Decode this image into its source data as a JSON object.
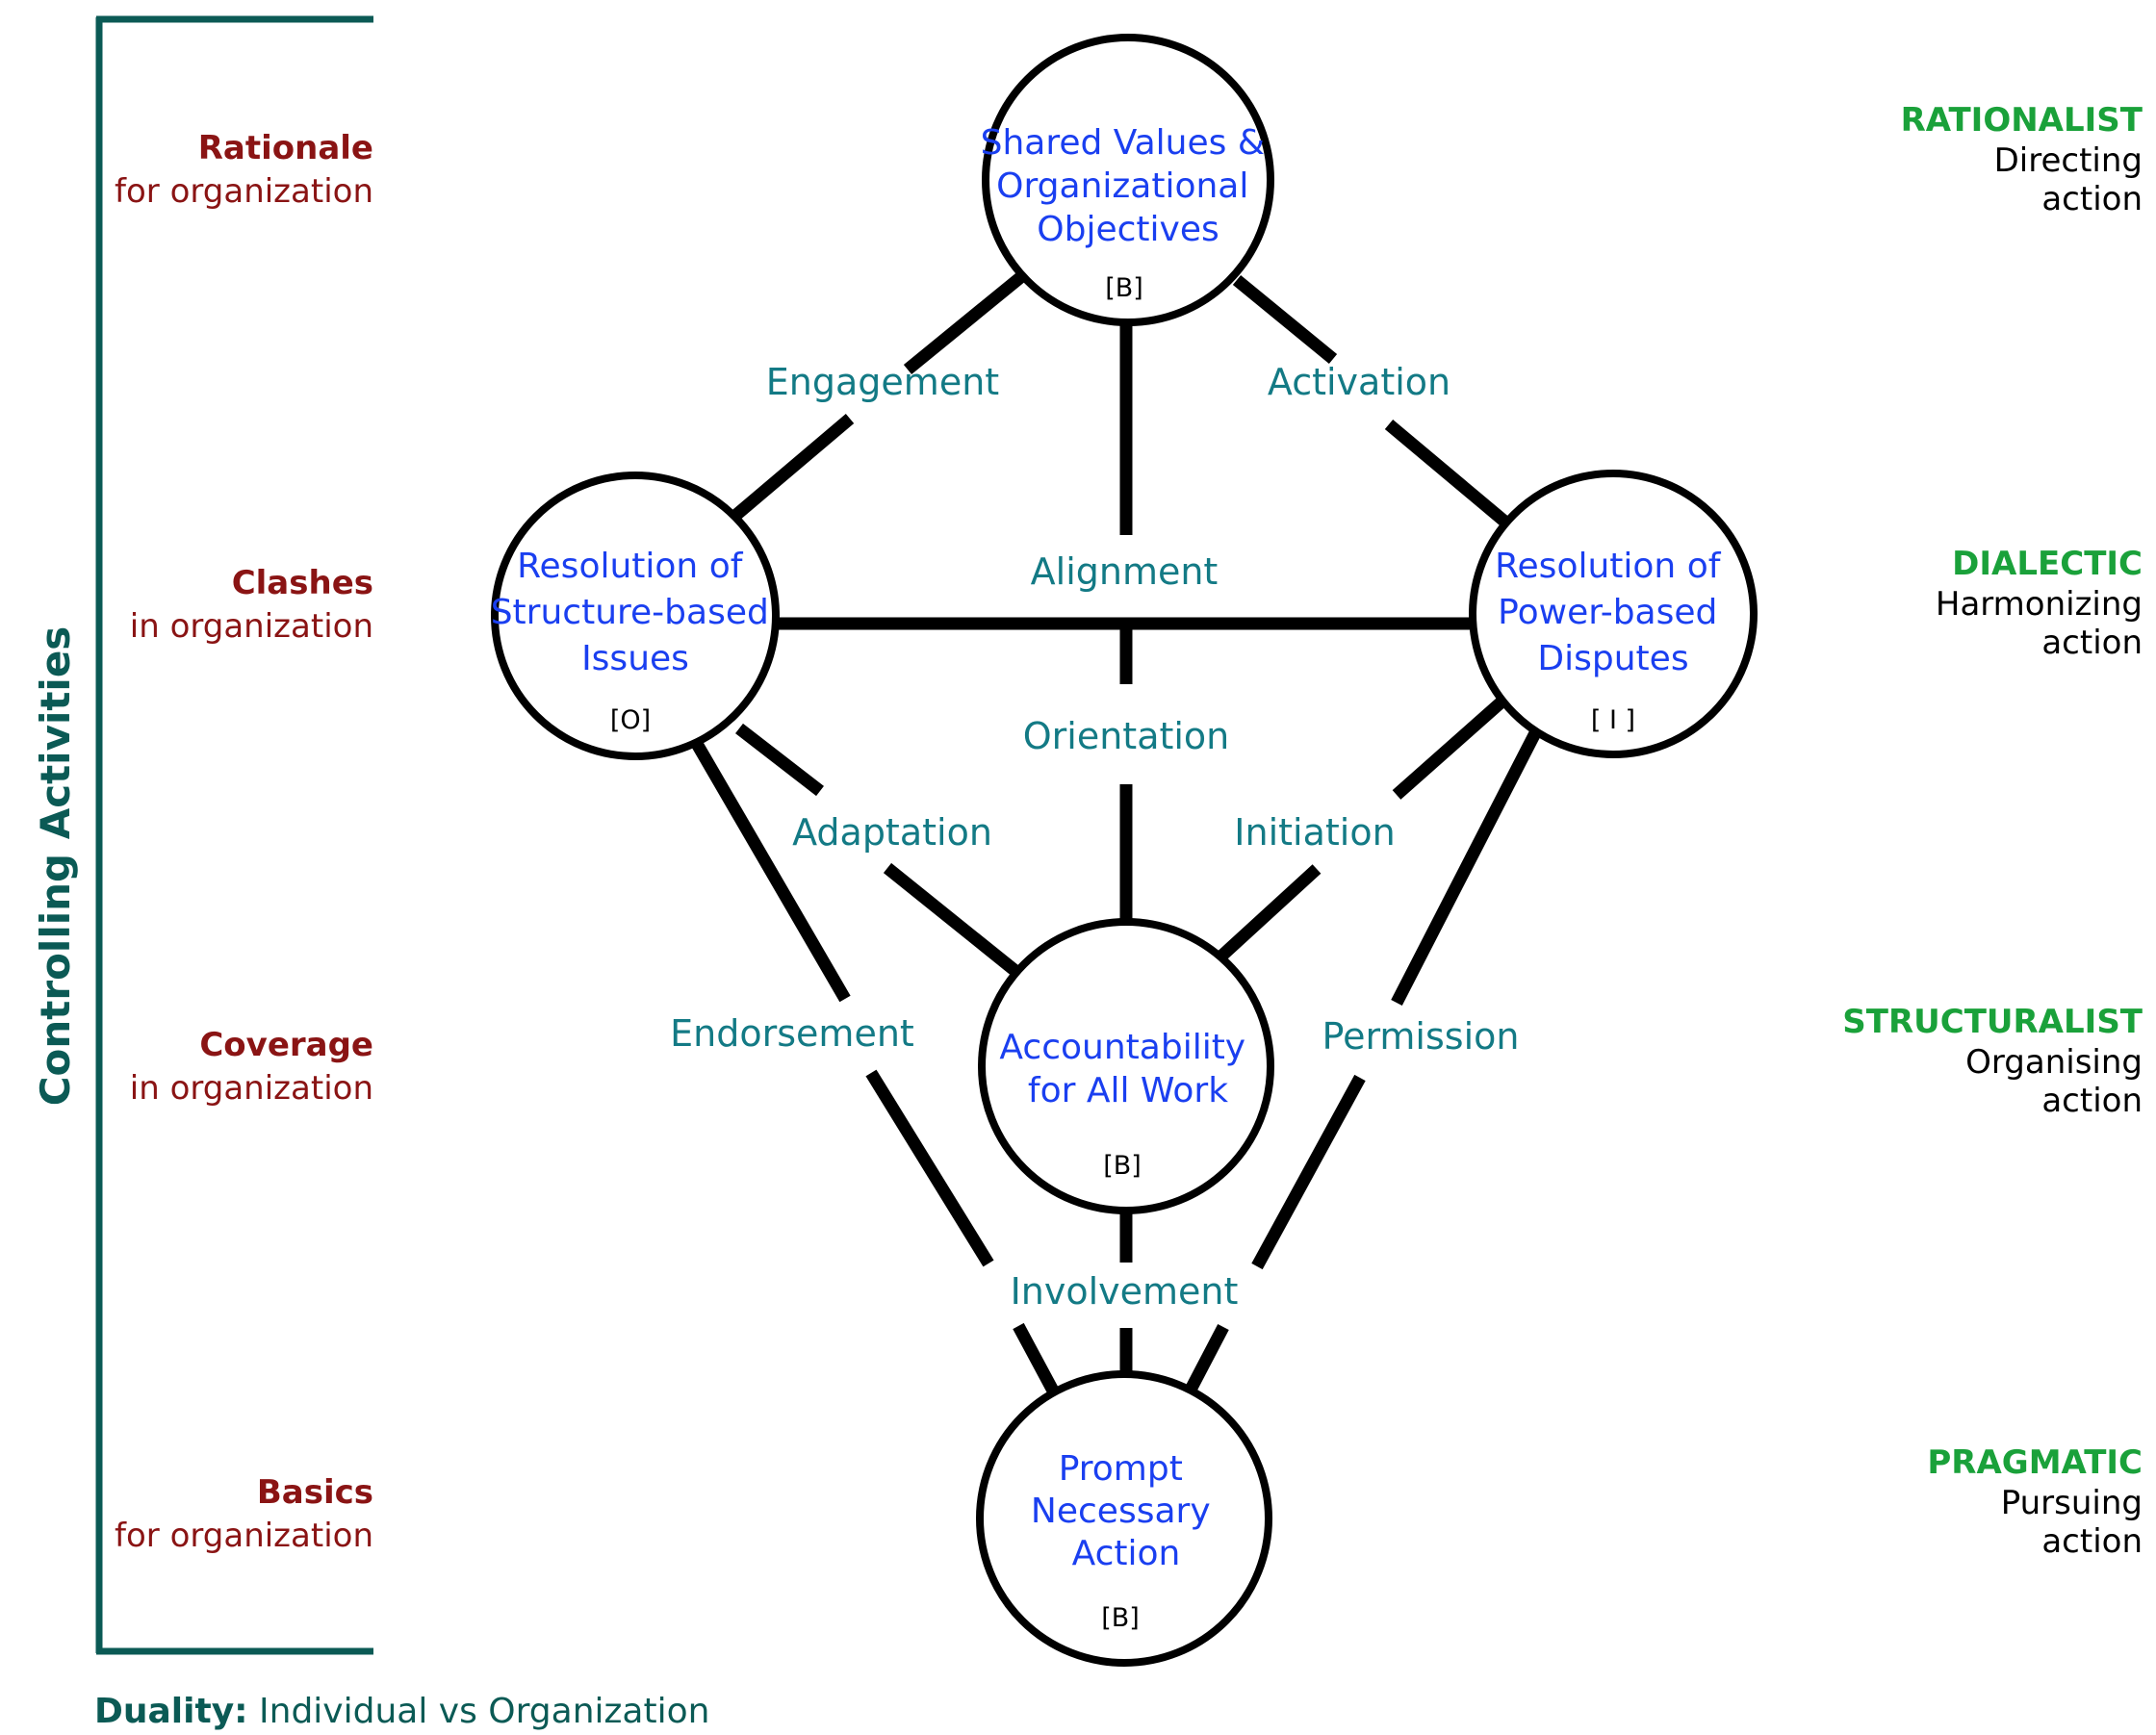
{
  "side_title": "Controlling Activities",
  "left_levels": [
    {
      "bold": "Rationale",
      "rest": "for organization"
    },
    {
      "bold": "Clashes",
      "rest": "in organization"
    },
    {
      "bold": "Coverage",
      "rest": "in organization"
    },
    {
      "bold": "Basics",
      "rest": "for organization"
    }
  ],
  "right_levels": [
    {
      "title": "RATIONALIST",
      "line1": "Directing",
      "line2": "action"
    },
    {
      "title": "DIALECTIC",
      "line1": "Harmonizing",
      "line2": "action"
    },
    {
      "title": "STRUCTURALIST",
      "line1": "Organising",
      "line2": "action"
    },
    {
      "title": "PRAGMATIC",
      "line1": "Pursuing",
      "line2": "action"
    }
  ],
  "nodes": {
    "top": {
      "lines": [
        "Shared Values &",
        "Organizational",
        "Objectives"
      ],
      "tag": "[B]"
    },
    "left": {
      "lines": [
        "Resolution of",
        "Structure-based",
        "Issues"
      ],
      "tag": "[O]"
    },
    "right": {
      "lines": [
        "Resolution of",
        "Power-based",
        "Disputes"
      ],
      "tag": "[ I ]"
    },
    "center": {
      "lines": [
        "Accountability",
        "for All Work"
      ],
      "tag": "[B]"
    },
    "bottom": {
      "lines": [
        "Prompt",
        "Necessary",
        "Action"
      ],
      "tag": "[B]"
    }
  },
  "edge_labels": {
    "engagement": "Engagement",
    "activation": "Activation",
    "alignment": "Alignment",
    "orientation": "Orientation",
    "adaptation": "Adaptation",
    "initiation": "Initiation",
    "endorsement": "Endorsement",
    "permission": "Permission",
    "involvement": "Involvement"
  },
  "footer": {
    "bold": "Duality:",
    "rest": " Individual vs Organization"
  },
  "colors": {
    "teal": "#0b5a55",
    "edge_label": "#137a85",
    "node_text": "#1a3ff0",
    "left_text": "#8a1414",
    "right_title": "#1aa13a",
    "line": "#000000"
  }
}
